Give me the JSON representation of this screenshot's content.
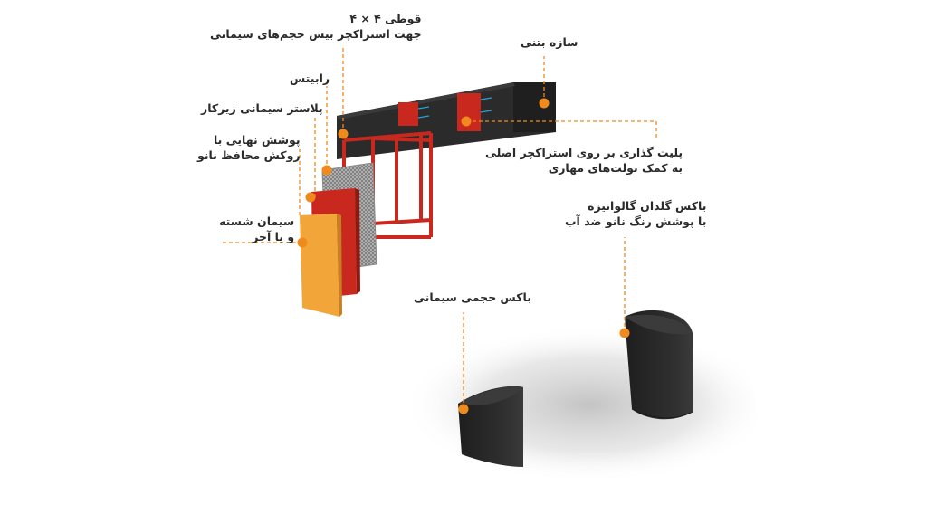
{
  "labels": {
    "concrete_structure": "سازه بتنی",
    "qoti_line1": "قوطی ۴ × ۴",
    "qoti_line2": "جهت استراکچر بیس حجم‌های سیمانی",
    "rabitz": "رابیتس",
    "plaster": "پلاستر سیمانی زیرکار",
    "final_coat_line1": "پوشش نهایی با",
    "final_coat_line2": "روکش محافظ نانو",
    "cement_line1": "سیمان شسته",
    "cement_line2": "و یا آجر",
    "plate_line1": "پلیت گذاری بر روی استراکچر اصلی",
    "plate_line2": "به کمک بولت‌های مهاری",
    "galvanized_line1": "باکس گلدان گالوانیزه",
    "galvanized_line2": "با پوشش رنگ نانو ضد آب",
    "cement_box": "باکس حجمی سیمانی"
  },
  "colors": {
    "accent_orange": "#f08a1c",
    "beam_dark": "#2b2b2b",
    "steel_red": "#c8281e",
    "panel_orange": "#f2a63a",
    "mesh_gray": "#9a9a9a",
    "label_text": "#2a2a2a"
  }
}
